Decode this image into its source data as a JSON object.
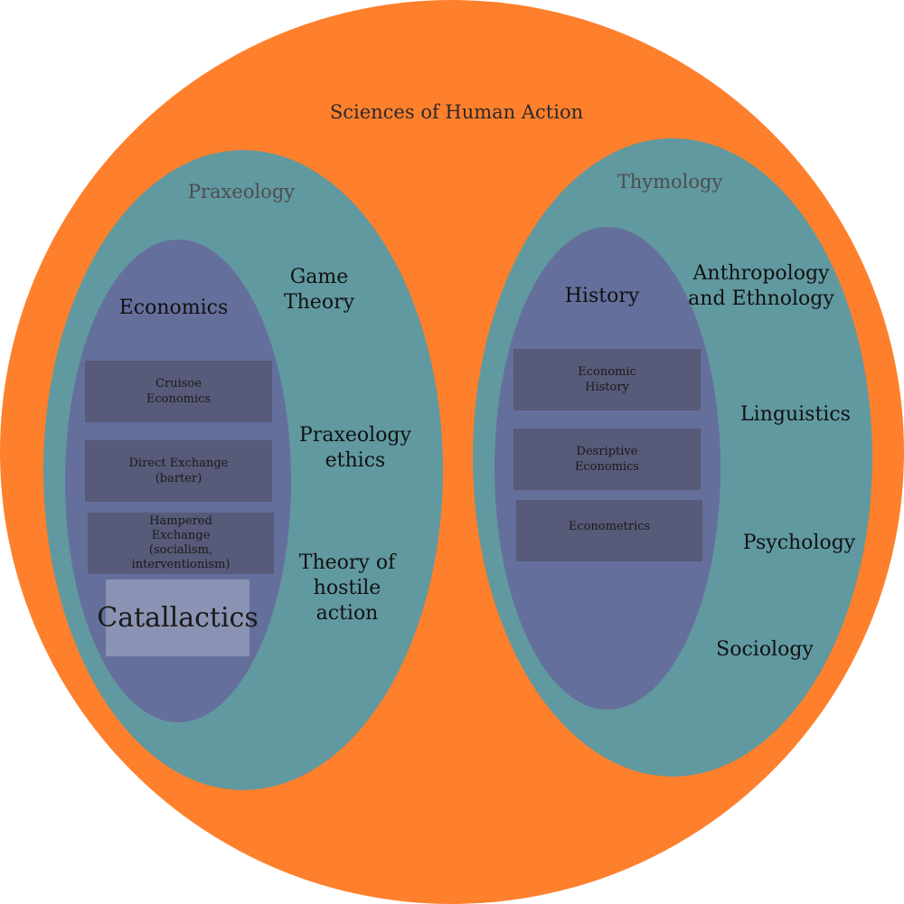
{
  "diagram": {
    "title": "Sciences of Human Action",
    "praxeology": {
      "label": "Praxeology",
      "economics": {
        "label": "Economics",
        "boxes": [
          "Cruisoe\nEconomics",
          "Direct Exchange\n(barter)",
          "Hampered\nExchange\n(socialism,\ninterventionism)"
        ],
        "catallactics": "Catallactics"
      },
      "game_theory": "Game\nTheory",
      "praxeology_ethics": "Praxeology\nethics",
      "hostile_action": "Theory of\nhostile\naction"
    },
    "thymology": {
      "label": "Thymology",
      "history": {
        "label": "History",
        "boxes": [
          "Economic\nHistory",
          "Desriptive\nEconomics",
          "Econometrics"
        ]
      },
      "anthropology": "Anthropology\nand Ethnology",
      "linguistics": "Linguistics",
      "psychology": "Psychology",
      "sociology": "Sociology"
    },
    "colors": {
      "outer": "#fe7f2c",
      "middle": "#6199a0",
      "inner": "#656f9c",
      "box": "#575a78",
      "highlight_box": "#8a93b3"
    }
  }
}
